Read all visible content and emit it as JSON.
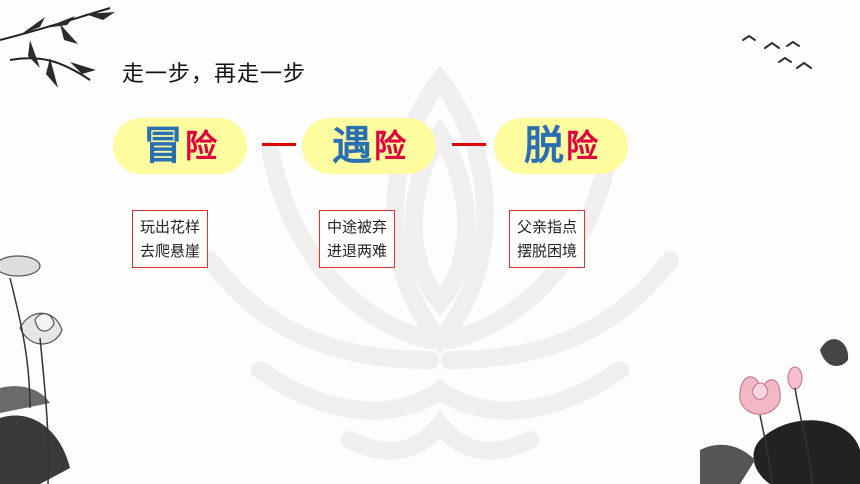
{
  "slide": {
    "subtitle": "走一步，再走一步",
    "steps": [
      {
        "big": "冒",
        "small": "险"
      },
      {
        "big": "遇",
        "small": "险"
      },
      {
        "big": "脱",
        "small": "险"
      }
    ],
    "notes": [
      {
        "line1": "玩出花样",
        "line2": "去爬悬崖"
      },
      {
        "line1": "中途被弃",
        "line2": "进退两难"
      },
      {
        "line1": "父亲指点",
        "line2": "摆脱困境"
      }
    ]
  },
  "colors": {
    "pill_fill": "#fefc9f",
    "big_char": "#2a6fb2",
    "small_char": "#e00040",
    "arrow": "#e00000",
    "note_border": "#e03030"
  },
  "icons": [
    "bamboo-icon",
    "birds-icon",
    "lotus-icon",
    "lotus-watermark-icon"
  ]
}
